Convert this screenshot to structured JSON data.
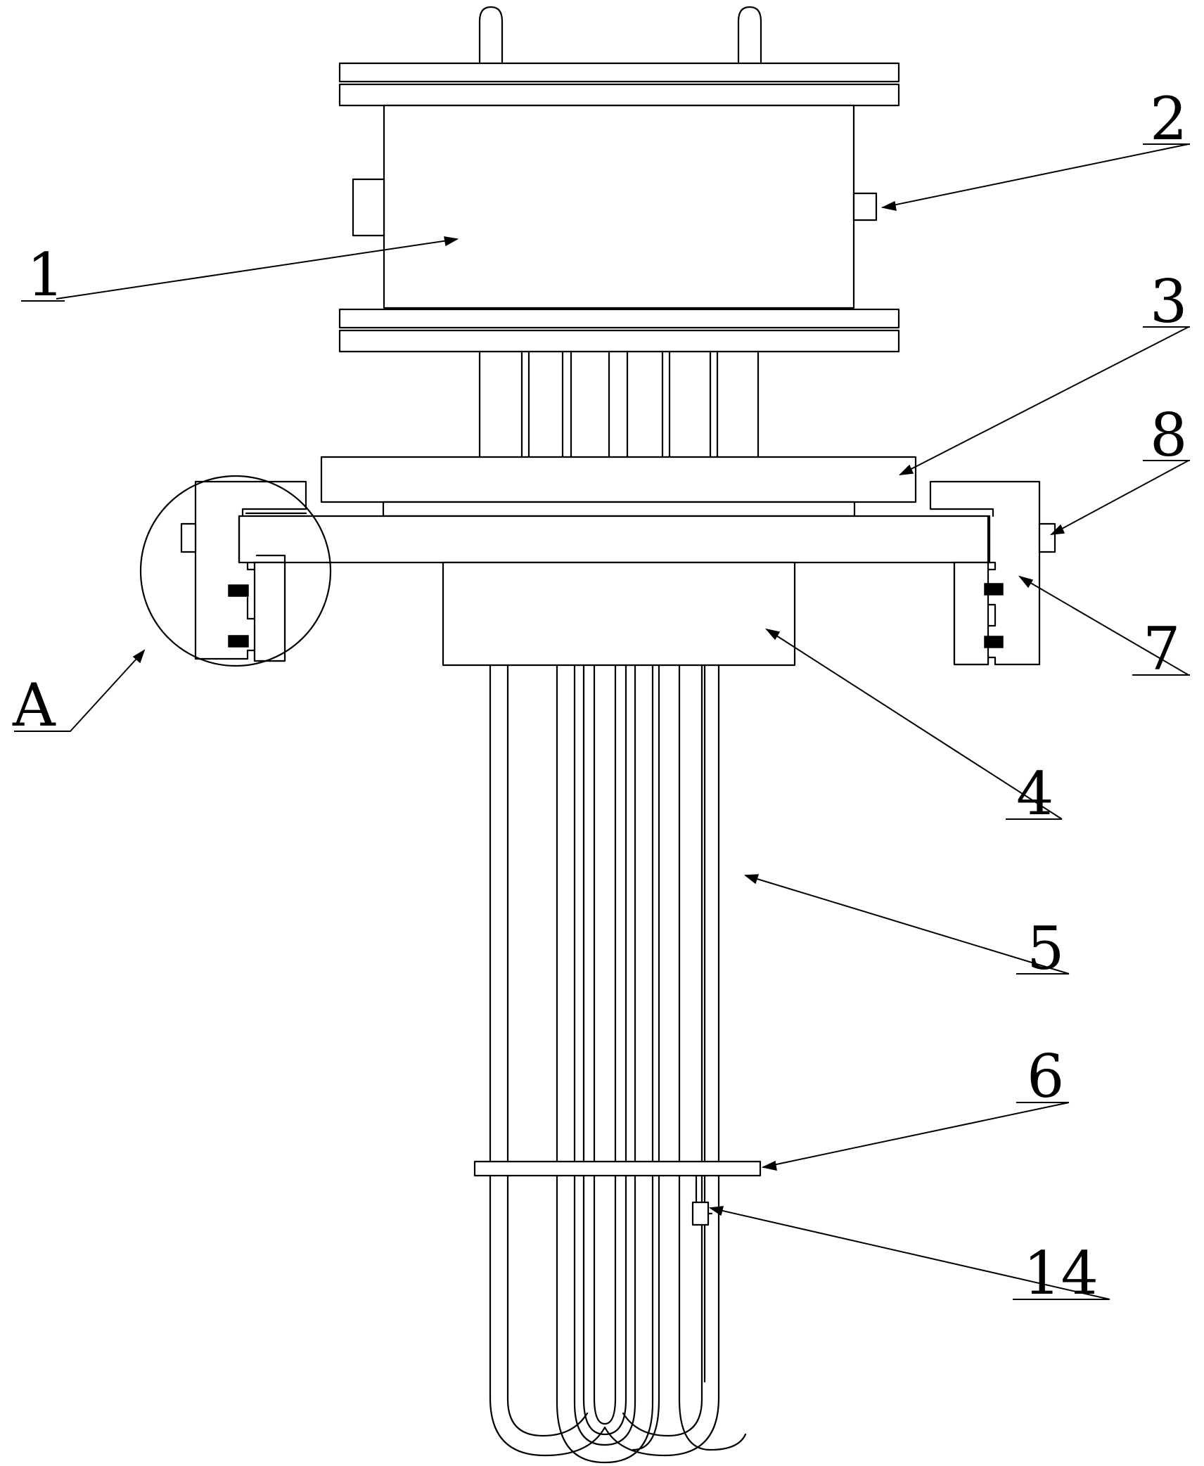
{
  "labels": {
    "l1": "1",
    "l2": "2",
    "l3": "3",
    "l4": "4",
    "l5": "5",
    "l6": "6",
    "l7": "7",
    "l8": "8",
    "l14": "14",
    "lA": "A"
  }
}
